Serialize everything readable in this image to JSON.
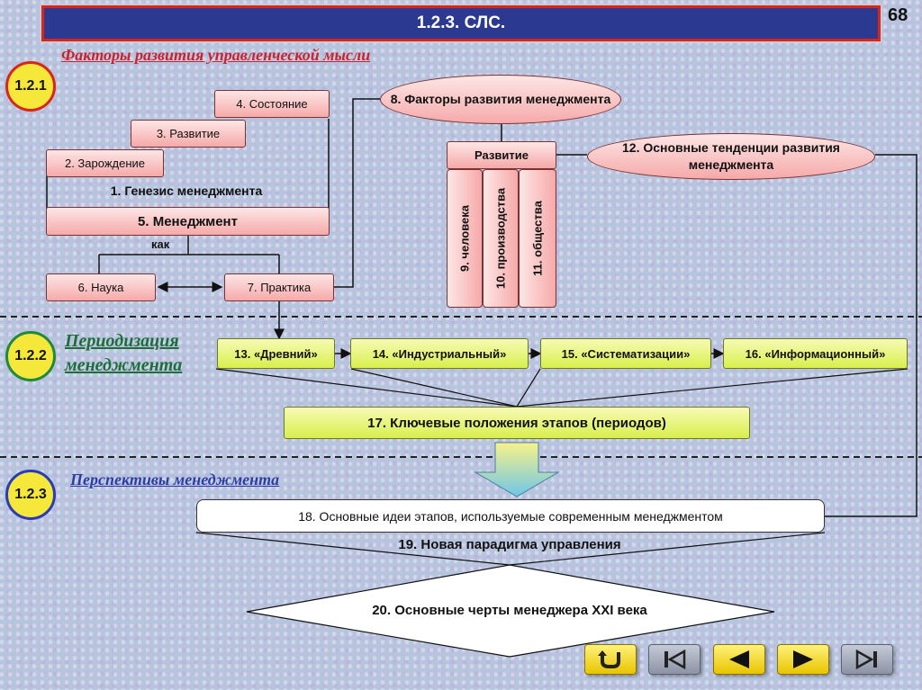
{
  "header": {
    "title": "1.2.3. СЛС.",
    "page_number": "68"
  },
  "sections": {
    "factors": {
      "badge": "1.2.1",
      "heading": "Факторы развития управленческой мысли"
    },
    "periodization": {
      "badge": "1.2.2",
      "heading_line1": "Периодизация",
      "heading_line2": "менеджмента"
    },
    "perspectives": {
      "badge": "1.2.3",
      "heading": "Перспективы менеджмента"
    }
  },
  "genesis": {
    "b4": "4. Состояние",
    "b3": "3. Развитие",
    "b2": "2. Зарождение",
    "b1": "1. Генезис менеджмента",
    "b5": "5. Менеджмент",
    "kak": "как",
    "b6": "6. Наука",
    "b7": "7. Практика"
  },
  "factors_block": {
    "b8": "8. Факторы развития менеджмента",
    "razvitie": "Развитие",
    "b9": "9. человека",
    "b10": "10. производства",
    "b11": "11. общества",
    "b12": "12. Основные тенденции развития менеджмента"
  },
  "periods": [
    "13. «Древний»",
    "14. «Индустриальный»",
    "15. «Систематизации»",
    "16. «Информационный»"
  ],
  "key_points": "17. Ключевые положения этапов (периодов)",
  "b18": "18. Основные идеи этапов, используемые современным менеджментом",
  "b19": "19. Новая парадигма управления",
  "b20": "20. Основные черты менеджера XXI века",
  "nav": {
    "buttons": [
      "return-icon",
      "first-page-icon",
      "previous-icon",
      "next-icon",
      "last-page-icon"
    ]
  },
  "colors": {
    "title_bg": "#2b3990",
    "accent_red": "#d9261c",
    "green": "#1d6e3a",
    "blue": "#2c3da6"
  }
}
